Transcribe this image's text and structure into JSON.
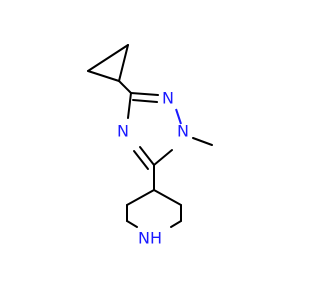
{
  "molecule": {
    "atoms": {
      "n1": "N",
      "n2": "N",
      "n3": "N",
      "nh": "NH"
    },
    "colors": {
      "carbon_bond": "#000000",
      "nitrogen": "#1a1aff"
    }
  }
}
